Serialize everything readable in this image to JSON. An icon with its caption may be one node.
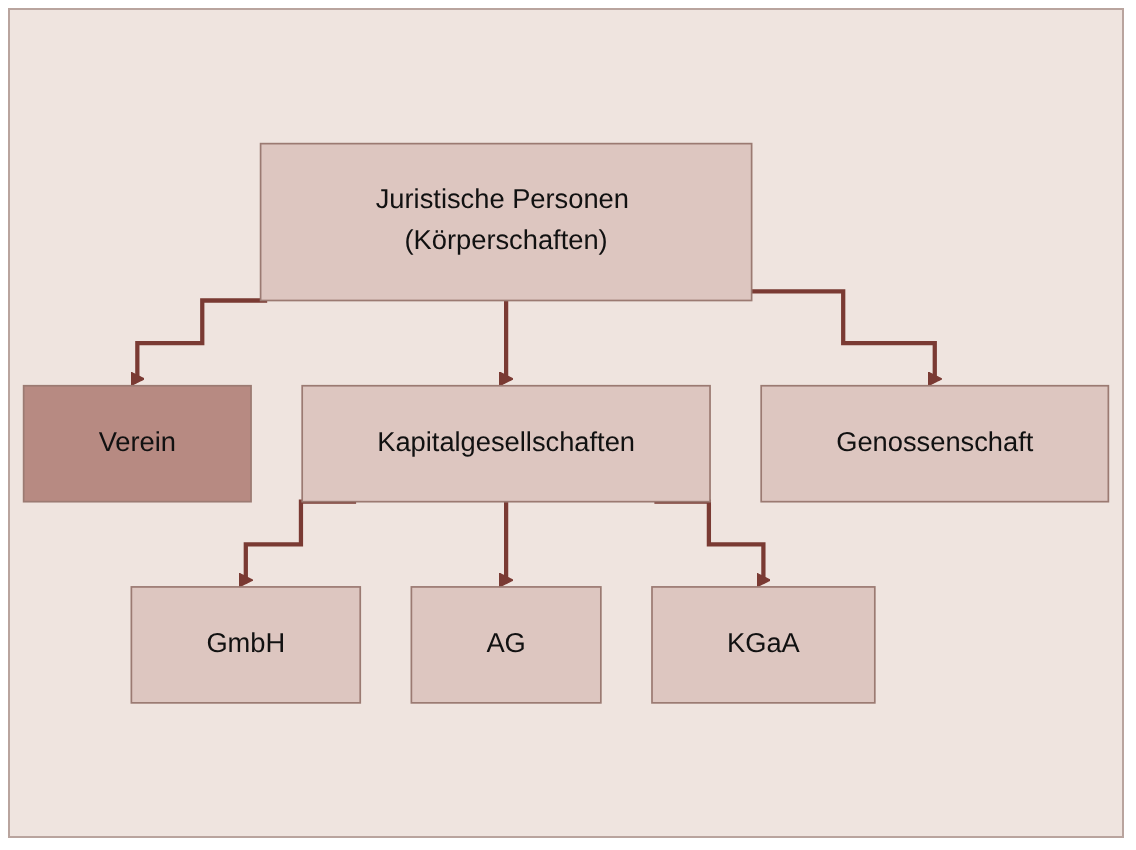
{
  "diagram": {
    "nodes": [
      {
        "text": [
          "Juristische Personen (Körperschaften)"
        ]
      },
      {
        "text": [
          "Verein"
        ]
      },
      {
        "text": [
          "Kapitalgesellschaften"
        ]
      },
      {
        "text": [
          "Genossenschaft"
        ]
      },
      {
        "text": [
          "GmbH"
        ]
      },
      {
        "text": [
          "AG"
        ]
      },
      {
        "text": [
          "KGaA"
        ]
      }
    ],
    "edges": [
      {
        "from": 0,
        "to": 1,
        "arrow": "to"
      },
      {
        "from": 0,
        "to": 2,
        "arrow": "to"
      },
      {
        "from": 0,
        "to": 3,
        "arrow": "to"
      },
      {
        "from": 2,
        "to": 4,
        "arrow": "to"
      },
      {
        "from": 2,
        "to": 5,
        "arrow": "to"
      },
      {
        "from": 2,
        "to": 6,
        "arrow": "to"
      }
    ]
  }
}
